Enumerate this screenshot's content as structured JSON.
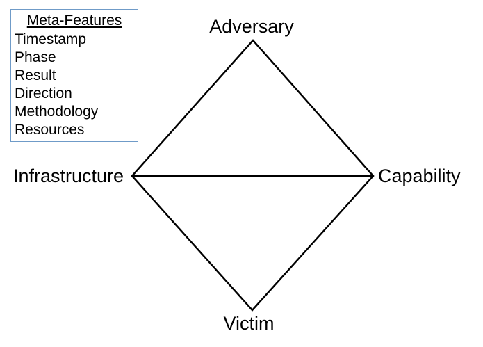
{
  "meta_box": {
    "title": "Meta-Features",
    "items": [
      "Timestamp",
      "Phase",
      "Result",
      "Direction",
      "Methodology",
      "Resources"
    ]
  },
  "nodes": {
    "top": "Adversary",
    "right": "Capability",
    "bottom": "Victim",
    "left": "Infrastructure"
  },
  "edges": [
    {
      "from": "Adversary",
      "to": "Capability"
    },
    {
      "from": "Capability",
      "to": "Victim"
    },
    {
      "from": "Victim",
      "to": "Infrastructure"
    },
    {
      "from": "Infrastructure",
      "to": "Adversary"
    },
    {
      "from": "Infrastructure",
      "to": "Capability"
    }
  ],
  "colors": {
    "background": "#ffffff",
    "diamond_line": "#000000",
    "text": "#000000",
    "meta_box_border": "#6f9bc8"
  }
}
